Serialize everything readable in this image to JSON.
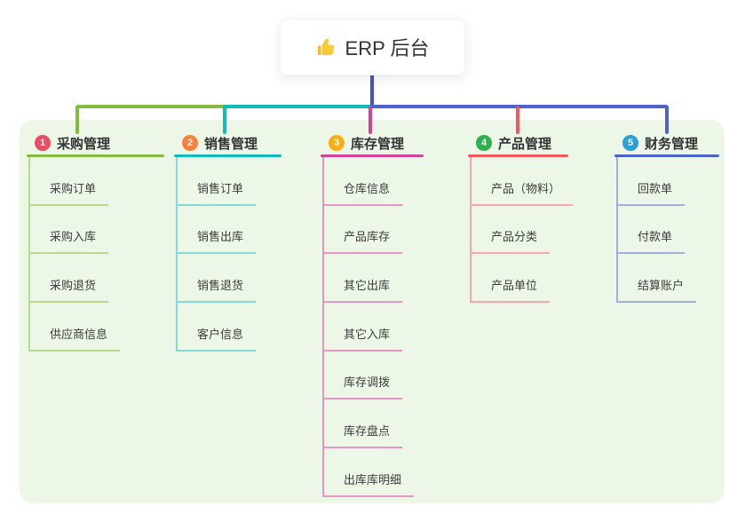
{
  "root": {
    "icon": "thumbs-up-icon",
    "title": "ERP 后台",
    "connector_color": "#4253c9"
  },
  "canvas": {
    "background": "#ffffff",
    "panel_color": "#ecf7e8"
  },
  "branches": [
    {
      "number": "1",
      "label": "采购管理",
      "badge_color": "#ef4b5f",
      "line_color": "#85bb40",
      "light_color": "#b9d98c",
      "items": [
        "采购订单",
        "采购入库",
        "采购退货",
        "供应商信息"
      ]
    },
    {
      "number": "2",
      "label": "销售管理",
      "badge_color": "#f8813f",
      "line_color": "#12bdb9",
      "light_color": "#84d9d4",
      "items": [
        "销售订单",
        "销售出库",
        "销售退货",
        "客户信息"
      ]
    },
    {
      "number": "3",
      "label": "库存管理",
      "badge_color": "#fbae14",
      "line_color": "#d24398",
      "light_color": "#e795c5",
      "items": [
        "仓库信息",
        "产品库存",
        "其它出库",
        "其它入库",
        "库存调拨",
        "库存盘点",
        "出库库明细"
      ]
    },
    {
      "number": "4",
      "label": "产品管理",
      "badge_color": "#2db14c",
      "line_color": "#f5575f",
      "light_color": "#f9a6ab",
      "items": [
        "产品（物料）",
        "产品分类",
        "产品单位"
      ]
    },
    {
      "number": "5",
      "label": "财务管理",
      "badge_color": "#2c9fd8",
      "line_color": "#4a63cd",
      "light_color": "#9fafdf",
      "items": [
        "回款单",
        "付款单",
        "结算账户"
      ]
    }
  ]
}
